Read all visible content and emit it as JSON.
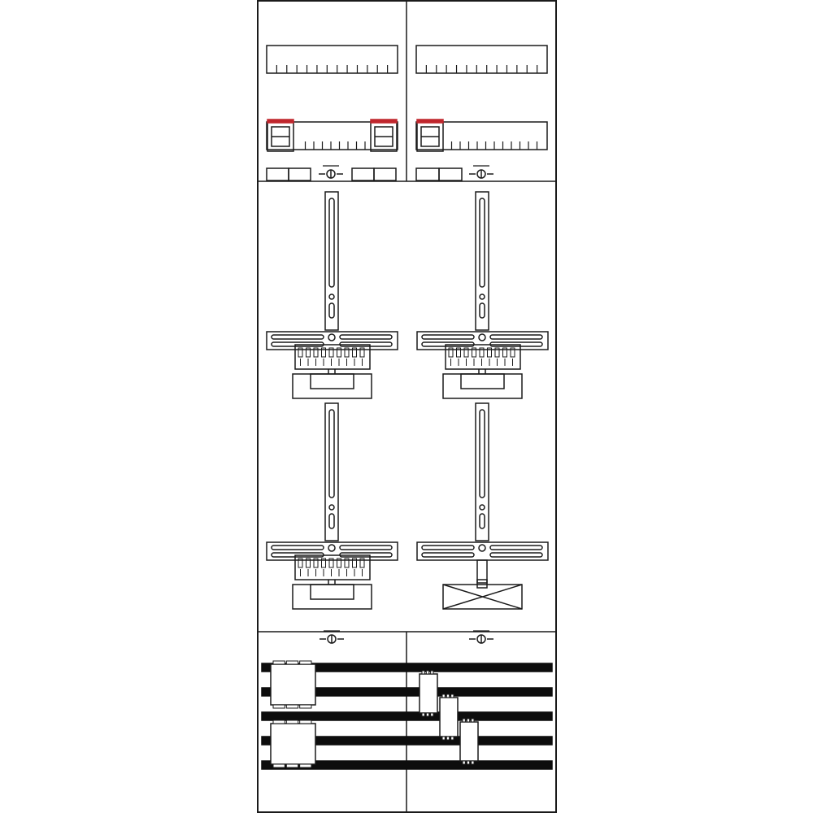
{
  "colors": {
    "background": "#ffffff",
    "line": "#1a1a1a",
    "bar": "#0d0d0d",
    "accent": "#c0262d"
  },
  "panel": {
    "sections": [
      "top-distribution-area",
      "meter-area",
      "busbar-area"
    ],
    "columns": 2
  },
  "top_area": {
    "columns": [
      {
        "name": "left",
        "din_rail_ticks": 13,
        "breaker_modules": 2,
        "small_slots": 4
      },
      {
        "name": "right",
        "din_rail_ticks": 13,
        "breaker_modules": 1,
        "small_slots": 2
      }
    ]
  },
  "meter_area": {
    "meter_positions": [
      {
        "name": "top-left",
        "terminal_block": true,
        "meter_plate": "plain"
      },
      {
        "name": "top-right",
        "terminal_block": true,
        "meter_plate": "plain"
      },
      {
        "name": "bottom-left",
        "terminal_block": true,
        "meter_plate": "plain"
      },
      {
        "name": "bottom-right",
        "terminal_block": false,
        "meter_plate": "crossed"
      }
    ]
  },
  "busbar_area": {
    "busbar_count": 5,
    "left_connectors": 2,
    "right_connectors": 3
  }
}
